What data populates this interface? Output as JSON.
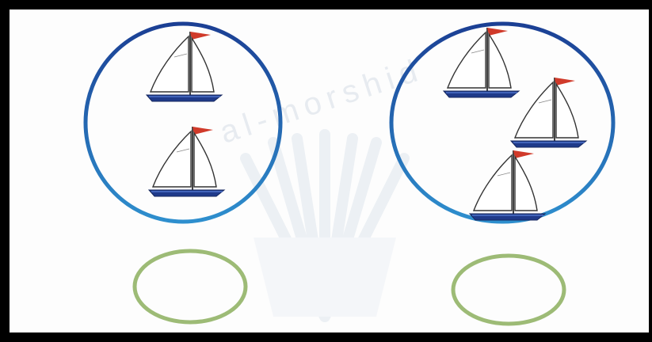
{
  "watermark": {
    "text": "al-morshid"
  },
  "colors": {
    "border": "#000000",
    "background": "#fdfdfd",
    "set_circle_top": "#1b3f94",
    "set_circle_bottom": "#2e8fce",
    "answer_circle": "#9dbb76",
    "hull": "#1f3a8a",
    "sail": "#ffffff",
    "mast": "#333333",
    "flag": "#d03a2a",
    "watermark": "#dfe6ee"
  },
  "groups": [
    {
      "label": "left-set",
      "boat_count": 2,
      "answer": ""
    },
    {
      "label": "right-set",
      "boat_count": 3,
      "answer": ""
    }
  ]
}
